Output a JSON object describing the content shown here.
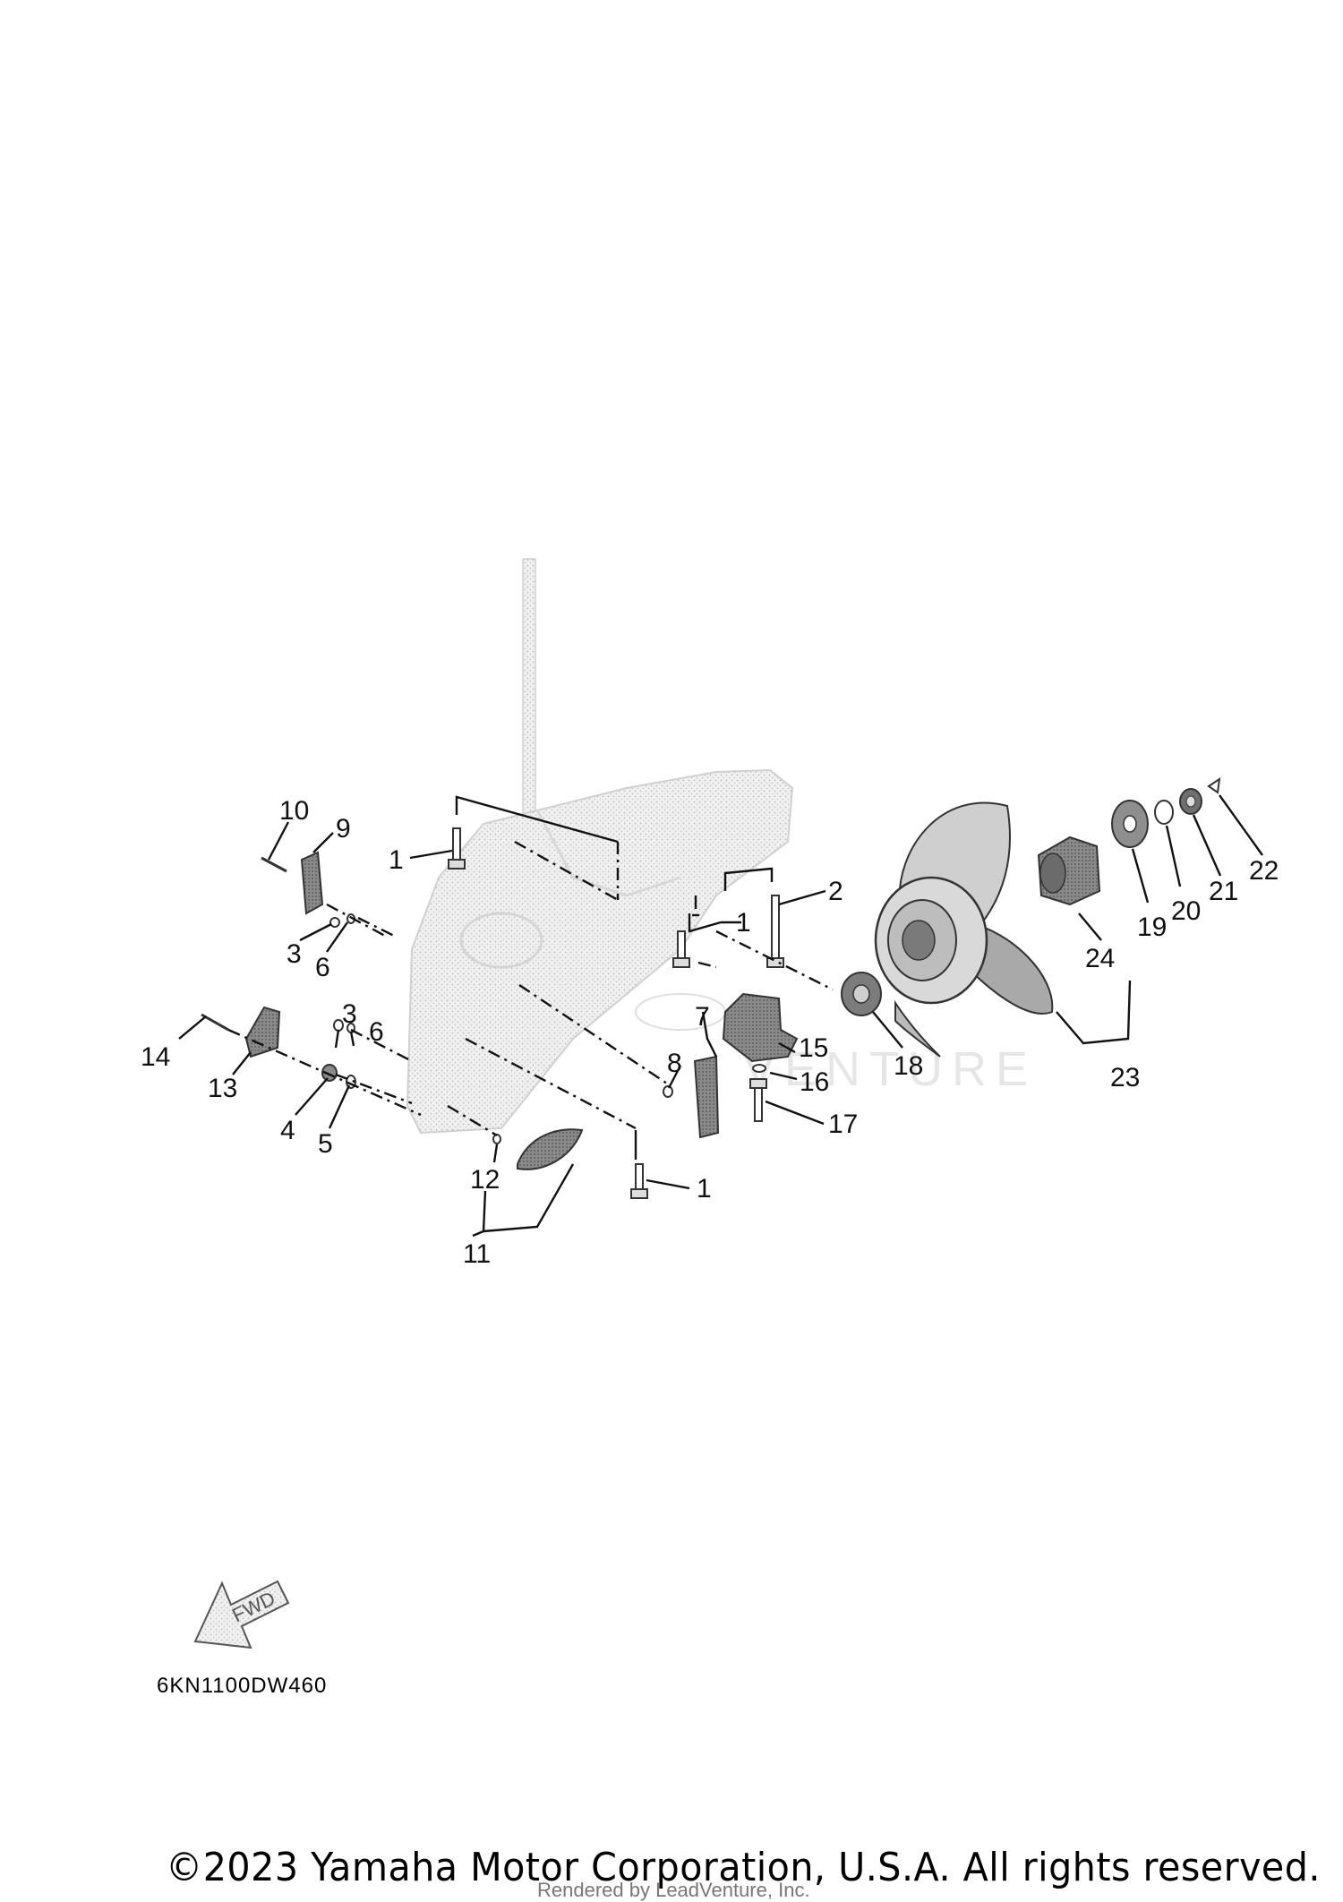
{
  "callouts": [
    {
      "id": "c10a",
      "text": "10"
    },
    {
      "id": "c9",
      "text": "9"
    },
    {
      "id": "c1a",
      "text": "1"
    },
    {
      "id": "c3a",
      "text": "3"
    },
    {
      "id": "c6a",
      "text": "6"
    },
    {
      "id": "c3b",
      "text": "3"
    },
    {
      "id": "c6b",
      "text": "6"
    },
    {
      "id": "c14",
      "text": "14"
    },
    {
      "id": "c13",
      "text": "13"
    },
    {
      "id": "c4",
      "text": "4"
    },
    {
      "id": "c5",
      "text": "5"
    },
    {
      "id": "c12",
      "text": "12"
    },
    {
      "id": "c11",
      "text": "11"
    },
    {
      "id": "c1b",
      "text": "1"
    },
    {
      "id": "c1c",
      "text": "1"
    },
    {
      "id": "c2",
      "text": "2"
    },
    {
      "id": "c7",
      "text": "7"
    },
    {
      "id": "c8",
      "text": "8"
    },
    {
      "id": "c15",
      "text": "15"
    },
    {
      "id": "c16",
      "text": "16"
    },
    {
      "id": "c17",
      "text": "17"
    },
    {
      "id": "c18",
      "text": "18"
    },
    {
      "id": "c23",
      "text": "23"
    },
    {
      "id": "c24",
      "text": "24"
    },
    {
      "id": "c19",
      "text": "19"
    },
    {
      "id": "c20",
      "text": "20"
    },
    {
      "id": "c21",
      "text": "21"
    },
    {
      "id": "c22",
      "text": "22"
    }
  ],
  "fwd_label": "FWD",
  "drawing_code": "6KN1100DW460",
  "copyright": "©2023 Yamaha Motor Corporation, U.S.A. All rights reserved.",
  "rendered_by": "Rendered by LeadVenture, Inc.",
  "watermark": "VENTURE",
  "colors": {
    "ink": "#111111",
    "housing_fill": "#ececec",
    "part_fill": "#9a9a9a"
  }
}
